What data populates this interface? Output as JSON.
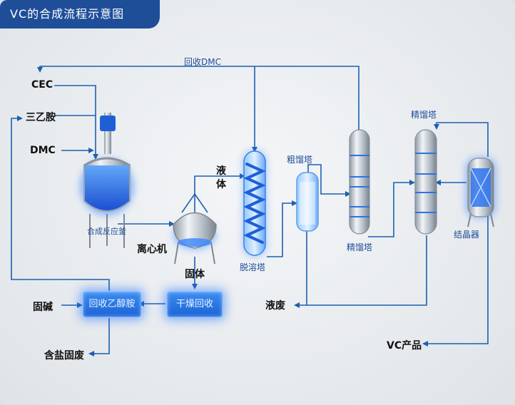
{
  "title": "VC的合成流程示意图",
  "labels": {
    "cec": "CEC",
    "triethylamine": "三乙胺",
    "dmc": "DMC",
    "recycle_dmc": "回收DMC",
    "reactor": "合成反应釜",
    "liquid_line1": "液",
    "liquid_line2": "体",
    "centrifuge": "离心机",
    "solid": "固体",
    "desolvent_tower": "脱溶塔",
    "crude_tower": "粗馏塔",
    "rectify_tower_mid": "精馏塔",
    "rectify_tower_right": "精馏塔",
    "crystallizer": "结晶器",
    "liquid_waste": "液废",
    "vc_product": "VC产品",
    "solid_base": "固碱",
    "recycle_ethanolamine": "回收乙醇胺",
    "drying_recycle": "干燥回收",
    "salt_solid_waste": "含盐固废"
  },
  "colors": {
    "accent": "#1f4e99",
    "line": "#1d5fb0",
    "glow": "#2f7cf0"
  }
}
